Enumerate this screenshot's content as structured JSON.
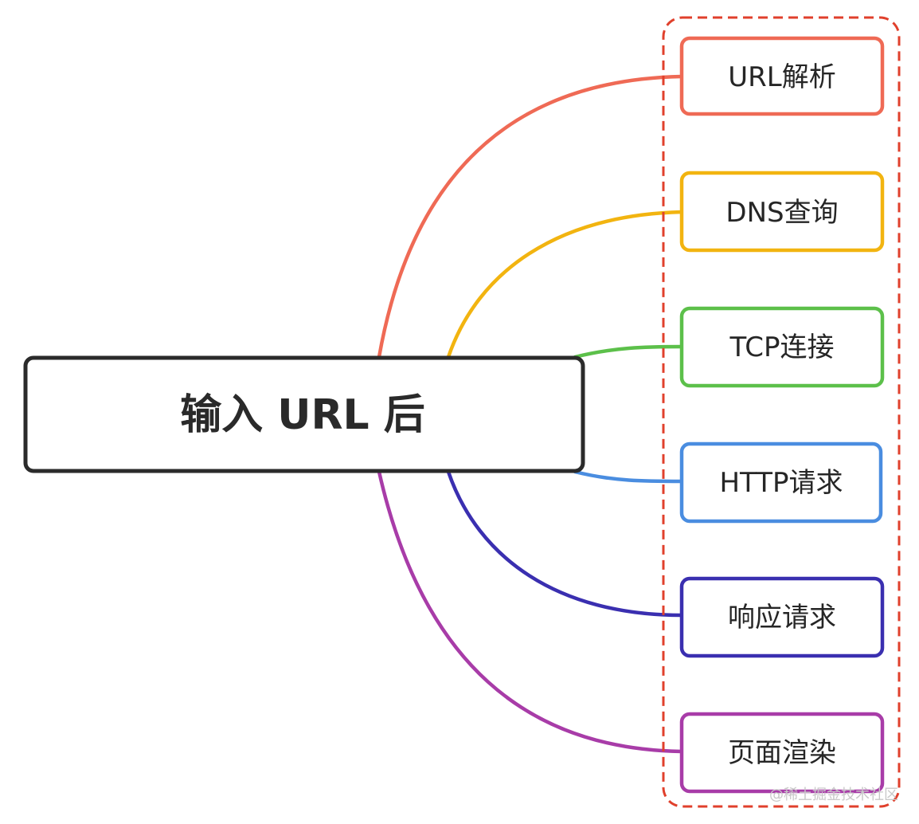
{
  "root": {
    "label": "输入 URL 后",
    "border_color": "#2b2b2b"
  },
  "group": {
    "frame_color": "#e0402c",
    "frame_style": "dashed"
  },
  "nodes": [
    {
      "label": "URL解析",
      "color": "#ef6a55"
    },
    {
      "label": "DNS查询",
      "color": "#f2b410"
    },
    {
      "label": "TCP连接",
      "color": "#5cc04a"
    },
    {
      "label": "HTTP请求",
      "color": "#4a8de0"
    },
    {
      "label": "响应请求",
      "color": "#3a2fb0"
    },
    {
      "label": "页面渲染",
      "color": "#a83ca8"
    }
  ],
  "watermark": "@稀土掘金技术社区"
}
